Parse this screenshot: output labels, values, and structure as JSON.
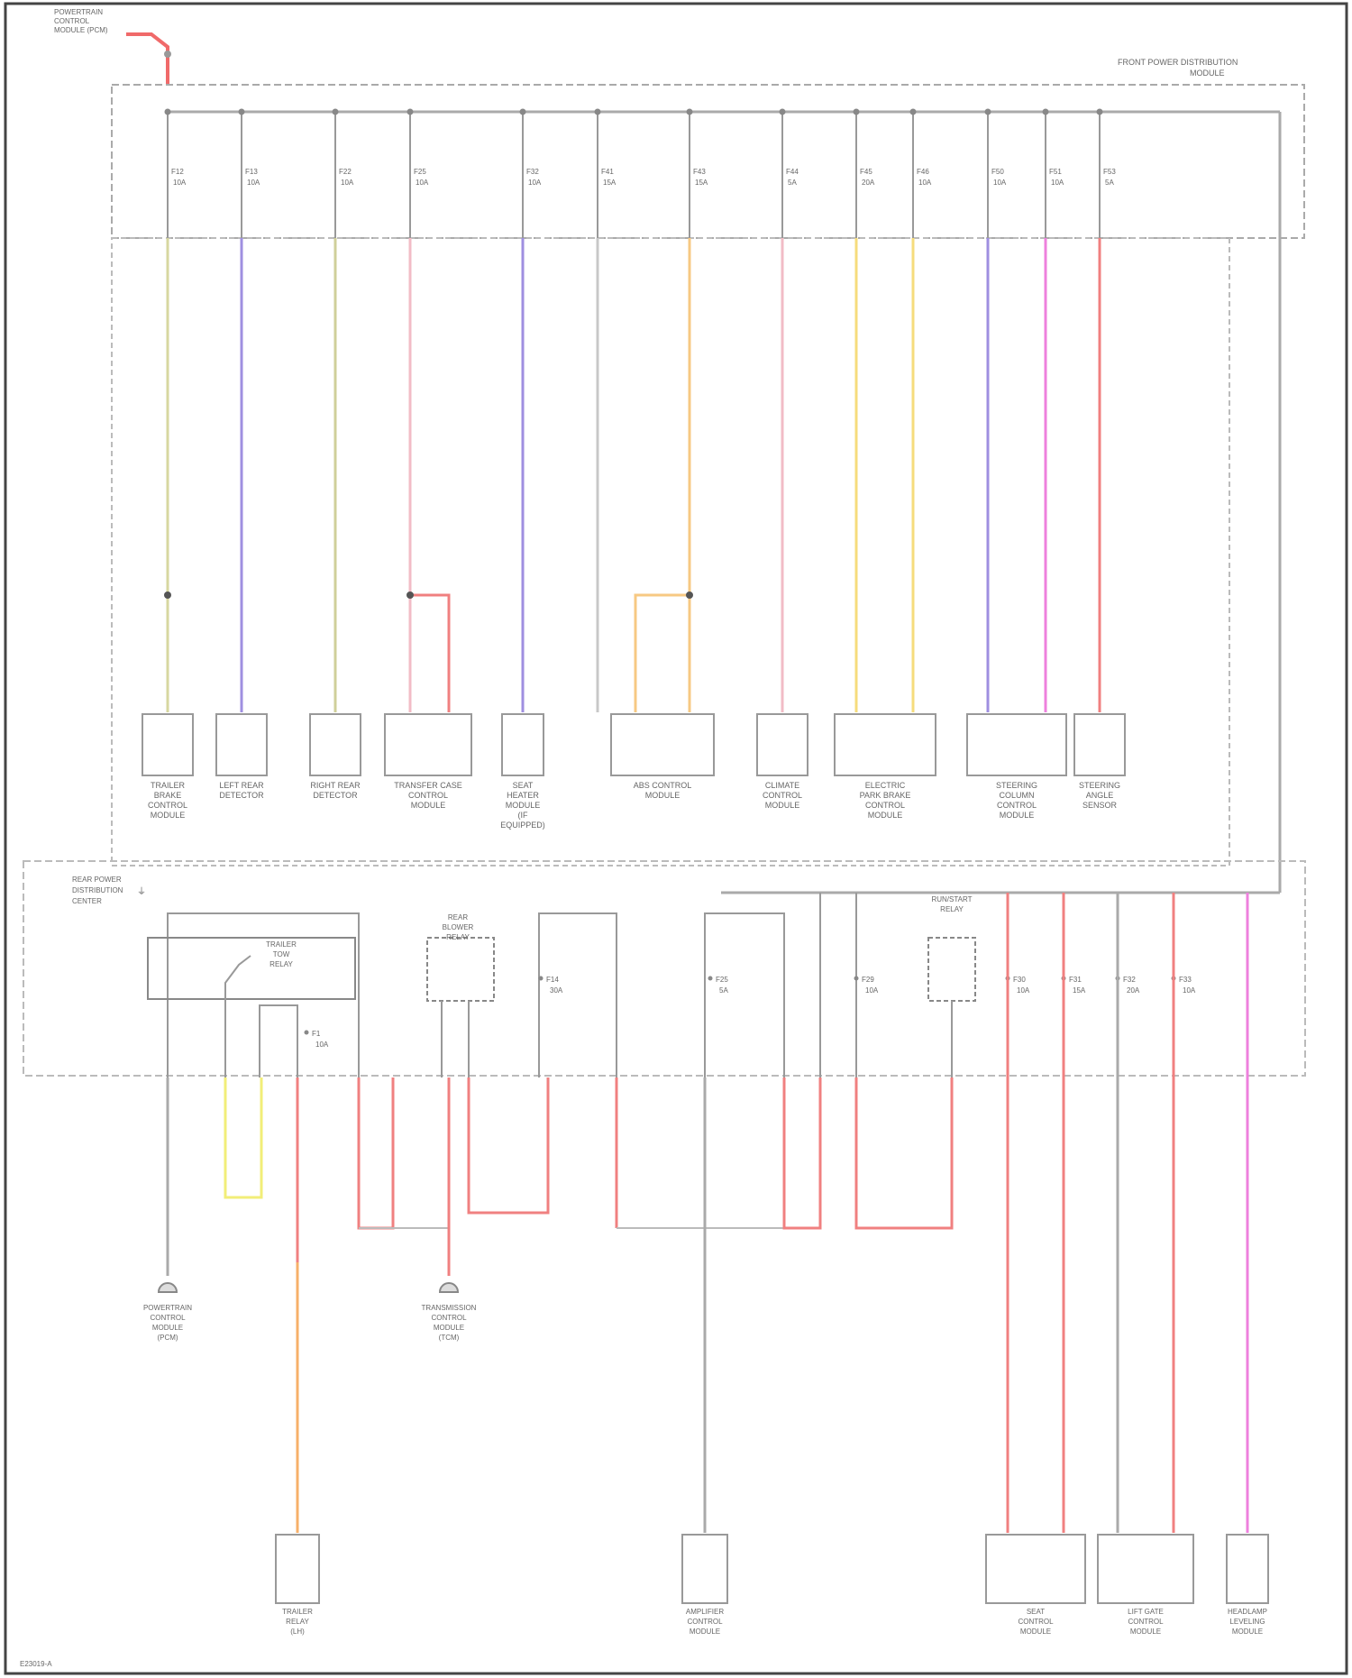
{
  "top_source": {
    "label": [
      "POWERTRAIN",
      "CONTROL",
      "MODULE (PCM)"
    ],
    "wire_color": "red"
  },
  "front_box": {
    "title": [
      "FRONT POWER DISTRIBUTION",
      "MODULE"
    ]
  },
  "rear_box": {
    "title": [
      "REAR POWER",
      "DISTRIBUTION",
      "CENTER"
    ]
  },
  "top_fuses": [
    {
      "id": "f1",
      "fuse": "F12",
      "amps": "10A",
      "color": "#d7d7a0"
    },
    {
      "id": "f2",
      "fuse": "F13",
      "amps": "10A",
      "color": "#9f8fe0"
    },
    {
      "id": "f3",
      "fuse": "F22",
      "amps": "10A",
      "color": "#cfcf9a"
    },
    {
      "id": "f4",
      "fuse": "F25",
      "amps": "10A",
      "color": "#f2bcc6"
    },
    {
      "id": "f5",
      "fuse": "F32",
      "amps": "10A",
      "color": "#9f8fe0"
    },
    {
      "id": "f6",
      "fuse": "F41",
      "amps": "15A",
      "color": "#bbbbbb"
    },
    {
      "id": "f7",
      "fuse": "F43",
      "amps": "15A",
      "color": "#f7c983"
    },
    {
      "id": "f8",
      "fuse": "F44",
      "amps": "5A",
      "color": "#f2bcc6"
    },
    {
      "id": "f9",
      "fuse": "F45",
      "amps": "20A",
      "color": "#f6dc7c"
    },
    {
      "id": "f10",
      "fuse": "F46",
      "amps": "10A",
      "color": "#f6dc7c"
    },
    {
      "id": "f11",
      "fuse": "F50",
      "amps": "10A",
      "color": "#9f8fe0"
    },
    {
      "id": "f12",
      "fuse": "F51",
      "amps": "10A",
      "color": "#ee80dd"
    },
    {
      "id": "f13",
      "fuse": "F53",
      "amps": "5A",
      "color": "#f08080"
    }
  ],
  "top_modules": [
    {
      "id": "m1",
      "label": [
        "TRAILER",
        "BRAKE",
        "CONTROL",
        "MODULE"
      ]
    },
    {
      "id": "m2",
      "label": [
        "LEFT REAR",
        "DETECTOR"
      ]
    },
    {
      "id": "m3",
      "label": [
        "RIGHT REAR",
        "DETECTOR"
      ]
    },
    {
      "id": "m4",
      "label": [
        "TRANSFER CASE",
        "CONTROL",
        "MODULE"
      ]
    },
    {
      "id": "m5",
      "label": [
        "SEAT",
        "HEATER",
        "MODULE",
        "(IF",
        "EQUIPPED)"
      ]
    },
    {
      "id": "m6",
      "label": [
        "ABS CONTROL",
        "MODULE"
      ]
    },
    {
      "id": "m7",
      "label": [
        "CLIMATE",
        "CONTROL",
        "MODULE"
      ]
    },
    {
      "id": "m8",
      "label": [
        "ELECTRIC",
        "PARK BRAKE",
        "CONTROL",
        "MODULE"
      ]
    },
    {
      "id": "m9",
      "label": [
        "STEERING",
        "COLUMN",
        "CONTROL",
        "MODULE"
      ]
    },
    {
      "id": "m10",
      "label": [
        "STEERING",
        "ANGLE",
        "SENSOR"
      ]
    }
  ],
  "bottom_relays": [
    {
      "id": "r1",
      "label": [
        "TRAILER",
        "TOW",
        "RELAY"
      ]
    },
    {
      "id": "r2",
      "label": [
        "REAR",
        "BLOWER",
        "RELAY"
      ]
    },
    {
      "id": "r3",
      "label": [
        "RUN/START",
        "RELAY"
      ]
    }
  ],
  "bottom_fuses": [
    {
      "id": "b1",
      "fuse": "F1",
      "amps": "10A"
    },
    {
      "id": "b2",
      "fuse": "F14",
      "amps": "30A"
    },
    {
      "id": "b3",
      "fuse": "F25",
      "amps": "5A"
    },
    {
      "id": "b4",
      "fuse": "F29",
      "amps": "10A"
    },
    {
      "id": "b5",
      "fuse": "F30",
      "amps": "10A"
    },
    {
      "id": "b6",
      "fuse": "F31",
      "amps": "15A"
    },
    {
      "id": "b7",
      "fuse": "F32",
      "amps": "20A"
    },
    {
      "id": "b8",
      "fuse": "F33",
      "amps": "10A"
    }
  ],
  "grounds": [
    {
      "id": "g1",
      "label": [
        "POWERTRAIN",
        "CONTROL",
        "MODULE",
        "(PCM)"
      ]
    },
    {
      "id": "g2",
      "label": [
        "TRANSMISSION",
        "CONTROL",
        "MODULE",
        "(TCM)"
      ]
    }
  ],
  "bottom_modules": [
    {
      "id": "bm1",
      "label": [
        "TRAILER",
        "RELAY",
        "(LH)"
      ]
    },
    {
      "id": "bm2",
      "label": [
        "AMPLIFIER",
        "CONTROL",
        "MODULE"
      ]
    },
    {
      "id": "bm3",
      "label": [
        "SEAT",
        "CONTROL",
        "MODULE"
      ]
    },
    {
      "id": "bm4",
      "label": [
        "LIFT GATE",
        "CONTROL",
        "MODULE"
      ]
    },
    {
      "id": "bm5",
      "label": [
        "HEADLAMP",
        "LEVELING",
        "MODULE"
      ]
    }
  ],
  "footer": "E23019-A"
}
